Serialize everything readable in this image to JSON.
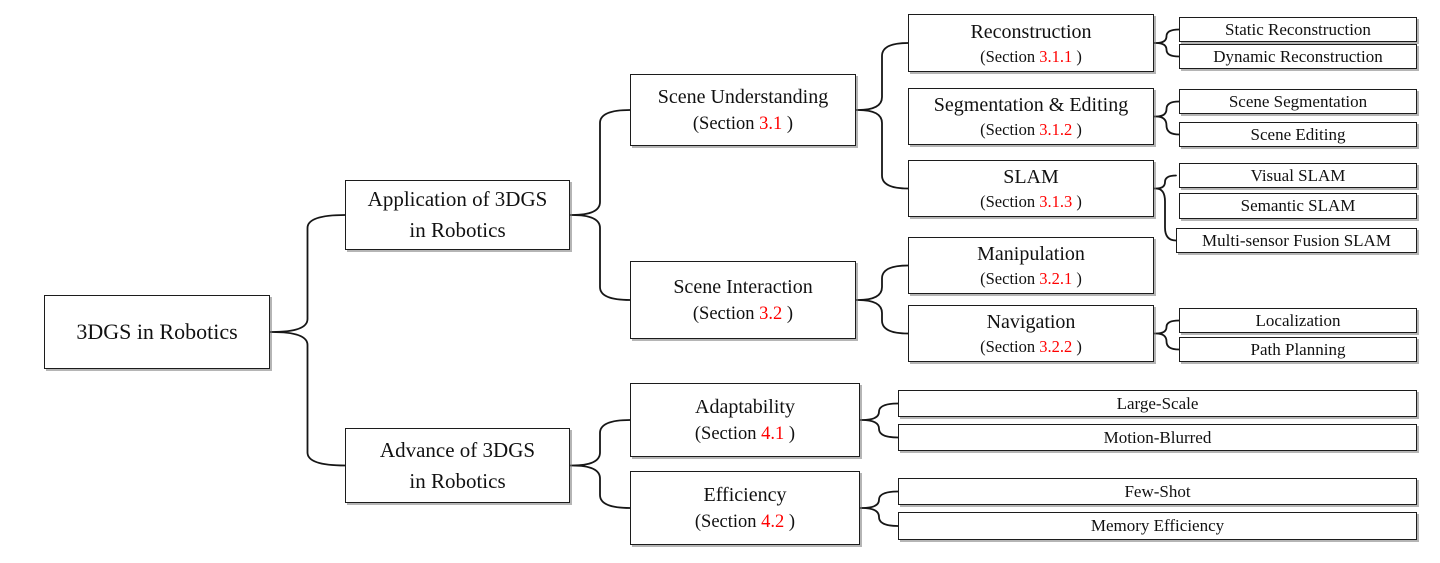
{
  "colors": {
    "section_number": "#ff0000",
    "box_border": "#1c1c1c",
    "line": "#161616",
    "background": "#ffffff"
  },
  "nodes": {
    "root": {
      "label": "3DGS in Robotics",
      "children": [
        "application",
        "advance"
      ]
    },
    "application": {
      "lines": [
        "Application of 3DGS",
        "in Robotics"
      ],
      "children": [
        "scene_understanding",
        "scene_interaction"
      ]
    },
    "advance": {
      "lines": [
        "Advance of 3DGS",
        "in Robotics"
      ],
      "children": [
        "adaptability",
        "efficiency"
      ]
    },
    "scene_understanding": {
      "title": "Scene Understanding",
      "section_prefix": "(Section ",
      "section_number": "3.1",
      "section_suffix": " )",
      "children": [
        "reconstruction",
        "segmentation_editing",
        "slam"
      ]
    },
    "scene_interaction": {
      "title": "Scene Interaction",
      "section_prefix": "(Section ",
      "section_number": "3.2",
      "section_suffix": " )",
      "children": [
        "manipulation",
        "navigation"
      ]
    },
    "adaptability": {
      "title": "Adaptability",
      "section_prefix": "(Section ",
      "section_number": "4.1",
      "section_suffix": " )",
      "children": [
        "large_scale",
        "motion_blurred"
      ]
    },
    "efficiency": {
      "title": "Efficiency",
      "section_prefix": "(Section ",
      "section_number": "4.2",
      "section_suffix": " )",
      "children": [
        "few_shot",
        "memory_efficiency"
      ]
    },
    "reconstruction": {
      "title": "Reconstruction",
      "section_prefix": "(Section ",
      "section_number": "3.1.1",
      "section_suffix": " )",
      "children": [
        "static_reconstruction",
        "dynamic_reconstruction"
      ]
    },
    "segmentation_editing": {
      "title": "Segmentation & Editing",
      "section_prefix": "(Section ",
      "section_number": "3.1.2",
      "section_suffix": " )",
      "children": [
        "scene_segmentation",
        "scene_editing"
      ]
    },
    "slam": {
      "title": "SLAM",
      "section_prefix": "(Section ",
      "section_number": "3.1.3",
      "section_suffix": " )",
      "children": [
        "visual_slam",
        "semantic_slam",
        "multi_sensor_fusion_slam"
      ]
    },
    "manipulation": {
      "title": "Manipulation",
      "section_prefix": "(Section ",
      "section_number": "3.2.1",
      "section_suffix": " )",
      "children": []
    },
    "navigation": {
      "title": "Navigation",
      "section_prefix": "(Section ",
      "section_number": "3.2.2",
      "section_suffix": " )",
      "children": [
        "localization",
        "path_planning"
      ]
    },
    "static_reconstruction": {
      "label": "Static Reconstruction"
    },
    "dynamic_reconstruction": {
      "label": "Dynamic Reconstruction"
    },
    "scene_segmentation": {
      "label": "Scene Segmentation"
    },
    "scene_editing": {
      "label": "Scene Editing"
    },
    "visual_slam": {
      "label": "Visual SLAM"
    },
    "semantic_slam": {
      "label": "Semantic SLAM"
    },
    "multi_sensor_fusion_slam": {
      "label": "Multi-sensor Fusion SLAM"
    },
    "localization": {
      "label": "Localization"
    },
    "path_planning": {
      "label": "Path Planning"
    },
    "large_scale": {
      "label": "Large-Scale"
    },
    "motion_blurred": {
      "label": "Motion-Blurred"
    },
    "few_shot": {
      "label": "Few-Shot"
    },
    "memory_efficiency": {
      "label": "Memory Efficiency"
    }
  }
}
